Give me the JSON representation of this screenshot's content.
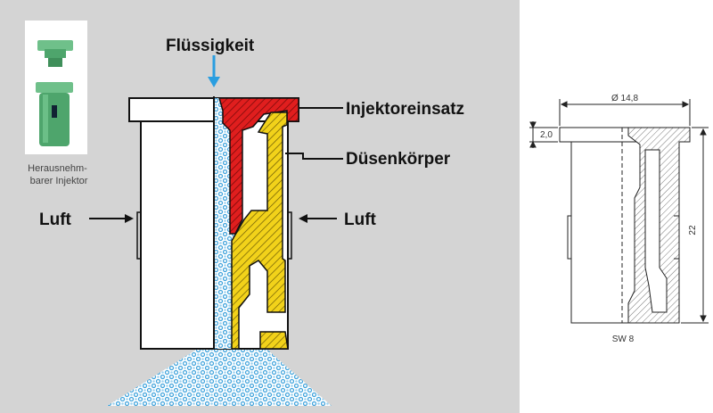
{
  "labels": {
    "liquid": "Flüssigkeit",
    "injector_insert": "Injektoreinsatz",
    "nozzle_body": "Düsenkörper",
    "air_left": "Luft",
    "air_right": "Luft",
    "removable_injector": "Herausnehm-\nbarer Injektor"
  },
  "dimensions": {
    "diameter": "Ø 14,8",
    "flange_height": "2,0",
    "height": "22",
    "wrench_size": "SW 8"
  },
  "colors": {
    "panel_bg": "#d4d4d4",
    "injector_insert": "#e01e1e",
    "nozzle_body": "#f2d21a",
    "droplets": "#3fa3dc",
    "liquid_arrow": "#2a9ee0"
  }
}
